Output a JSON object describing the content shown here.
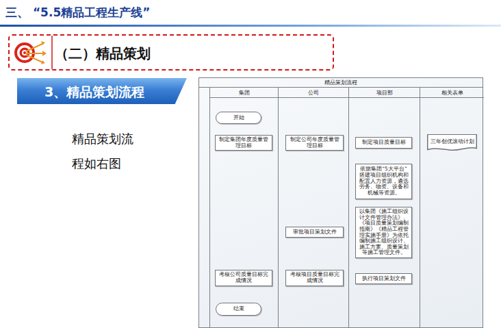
{
  "diagram": {
    "title": "三、 “5.5精品工程生产线”",
    "nodes": [
      {
        "text": [
          "（二）精品策划"
        ]
      },
      {
        "text": [
          "3、精品策划流程"
        ]
      },
      {
        "text": [
          "精品策划流程"
        ]
      },
      {
        "text": [
          "集团"
        ],
        "in": 2
      },
      {
        "text": [
          "公司"
        ],
        "in": 2
      },
      {
        "text": [
          "项目部"
        ],
        "in": 2
      },
      {
        "text": [
          "相关表单"
        ],
        "in": 2
      },
      {
        "text": [
          "开始"
        ],
        "in": 3
      },
      {
        "text": [
          "制定集团年度质量管理目标"
        ],
        "in": 3
      },
      {
        "text": [
          "制定公司年度质量管理目标"
        ],
        "in": 4
      },
      {
        "text": [
          "制定项目质量目标"
        ],
        "in": 5
      },
      {
        "text": [
          "三年创优滚动计划"
        ],
        "in": 6
      },
      {
        "text": [
          "依据集团“5大平台”搭建项目组织机构和配置人力资源，遴选劳务、物资、设备和机械等资源。"
        ],
        "in": 5
      },
      {
        "text": [
          "以集团《施工组织设计文件管理办法》、《项目质量策划编制指南》《精品工程管理实施手册》为依托编制施工组织设计、施工方案、质量策划等施工管理文件。"
        ],
        "in": 5
      },
      {
        "text": [
          "审批项目策划文件"
        ],
        "in": 4
      },
      {
        "text": [
          "执行项目策划文件"
        ],
        "in": 5
      },
      {
        "text": [
          "考核项目质量目标完成情况"
        ],
        "in": 4
      },
      {
        "text": [
          "考核公司质量目标完成情况"
        ],
        "in": 3
      },
      {
        "text": [
          "结束"
        ],
        "in": 3
      }
    ],
    "edges": [
      {
        "from": 7,
        "to": 8,
        "arrow": "to"
      },
      {
        "from": 8,
        "to": 9,
        "arrow": "to"
      },
      {
        "from": 9,
        "to": 10,
        "arrow": "to"
      },
      {
        "from": 10,
        "to": 11,
        "arrow": "none"
      },
      {
        "from": 10,
        "to": 12,
        "arrow": "to"
      },
      {
        "from": 12,
        "to": 13,
        "arrow": "to"
      },
      {
        "from": 13,
        "to": 14,
        "arrow": "to"
      },
      {
        "from": 14,
        "to": 15,
        "arrow": "to"
      },
      {
        "from": 15,
        "to": 16,
        "arrow": "to"
      },
      {
        "from": 16,
        "to": 17,
        "arrow": "to"
      },
      {
        "from": 17,
        "to": 18,
        "arrow": "to"
      }
    ],
    "labels": [
      "精品策划流程如右图"
    ]
  }
}
